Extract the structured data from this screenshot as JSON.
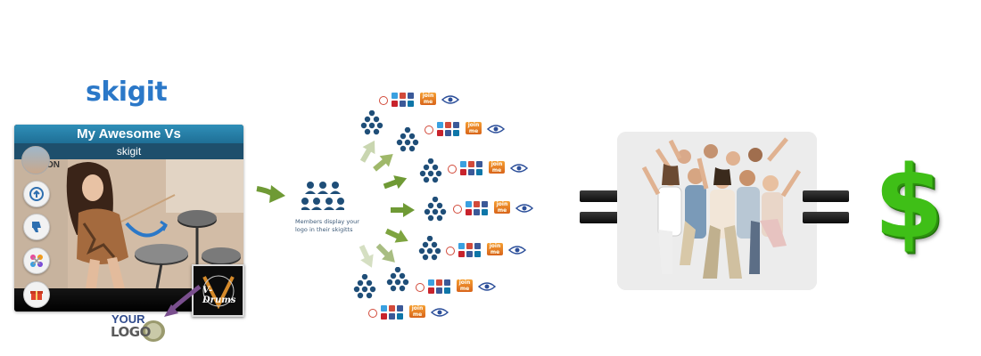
{
  "card": {
    "title": "My Awesome Vs",
    "subtitle": "skigit",
    "watermark": "skigit",
    "partial_top_text": "ON"
  },
  "badge": {
    "brand_text": "V-Drums"
  },
  "your_logo": {
    "line1": "YOUR",
    "line2": "LOGO"
  },
  "diagram": {
    "caption": "Members display your logo in their skigitts",
    "join_label_top": "join",
    "join_label_bottom": "me",
    "audience_icon": "people-pyramid-icon",
    "view_icon": "eye-icon"
  },
  "colors": {
    "card_header": "#2f8fb8",
    "card_subheader": "#1e4f6c",
    "people_icon": "#1f4e78",
    "arrow_green": "#5f8f2a",
    "dollar_green": "#3fbf17",
    "equals_black": "#111111"
  }
}
